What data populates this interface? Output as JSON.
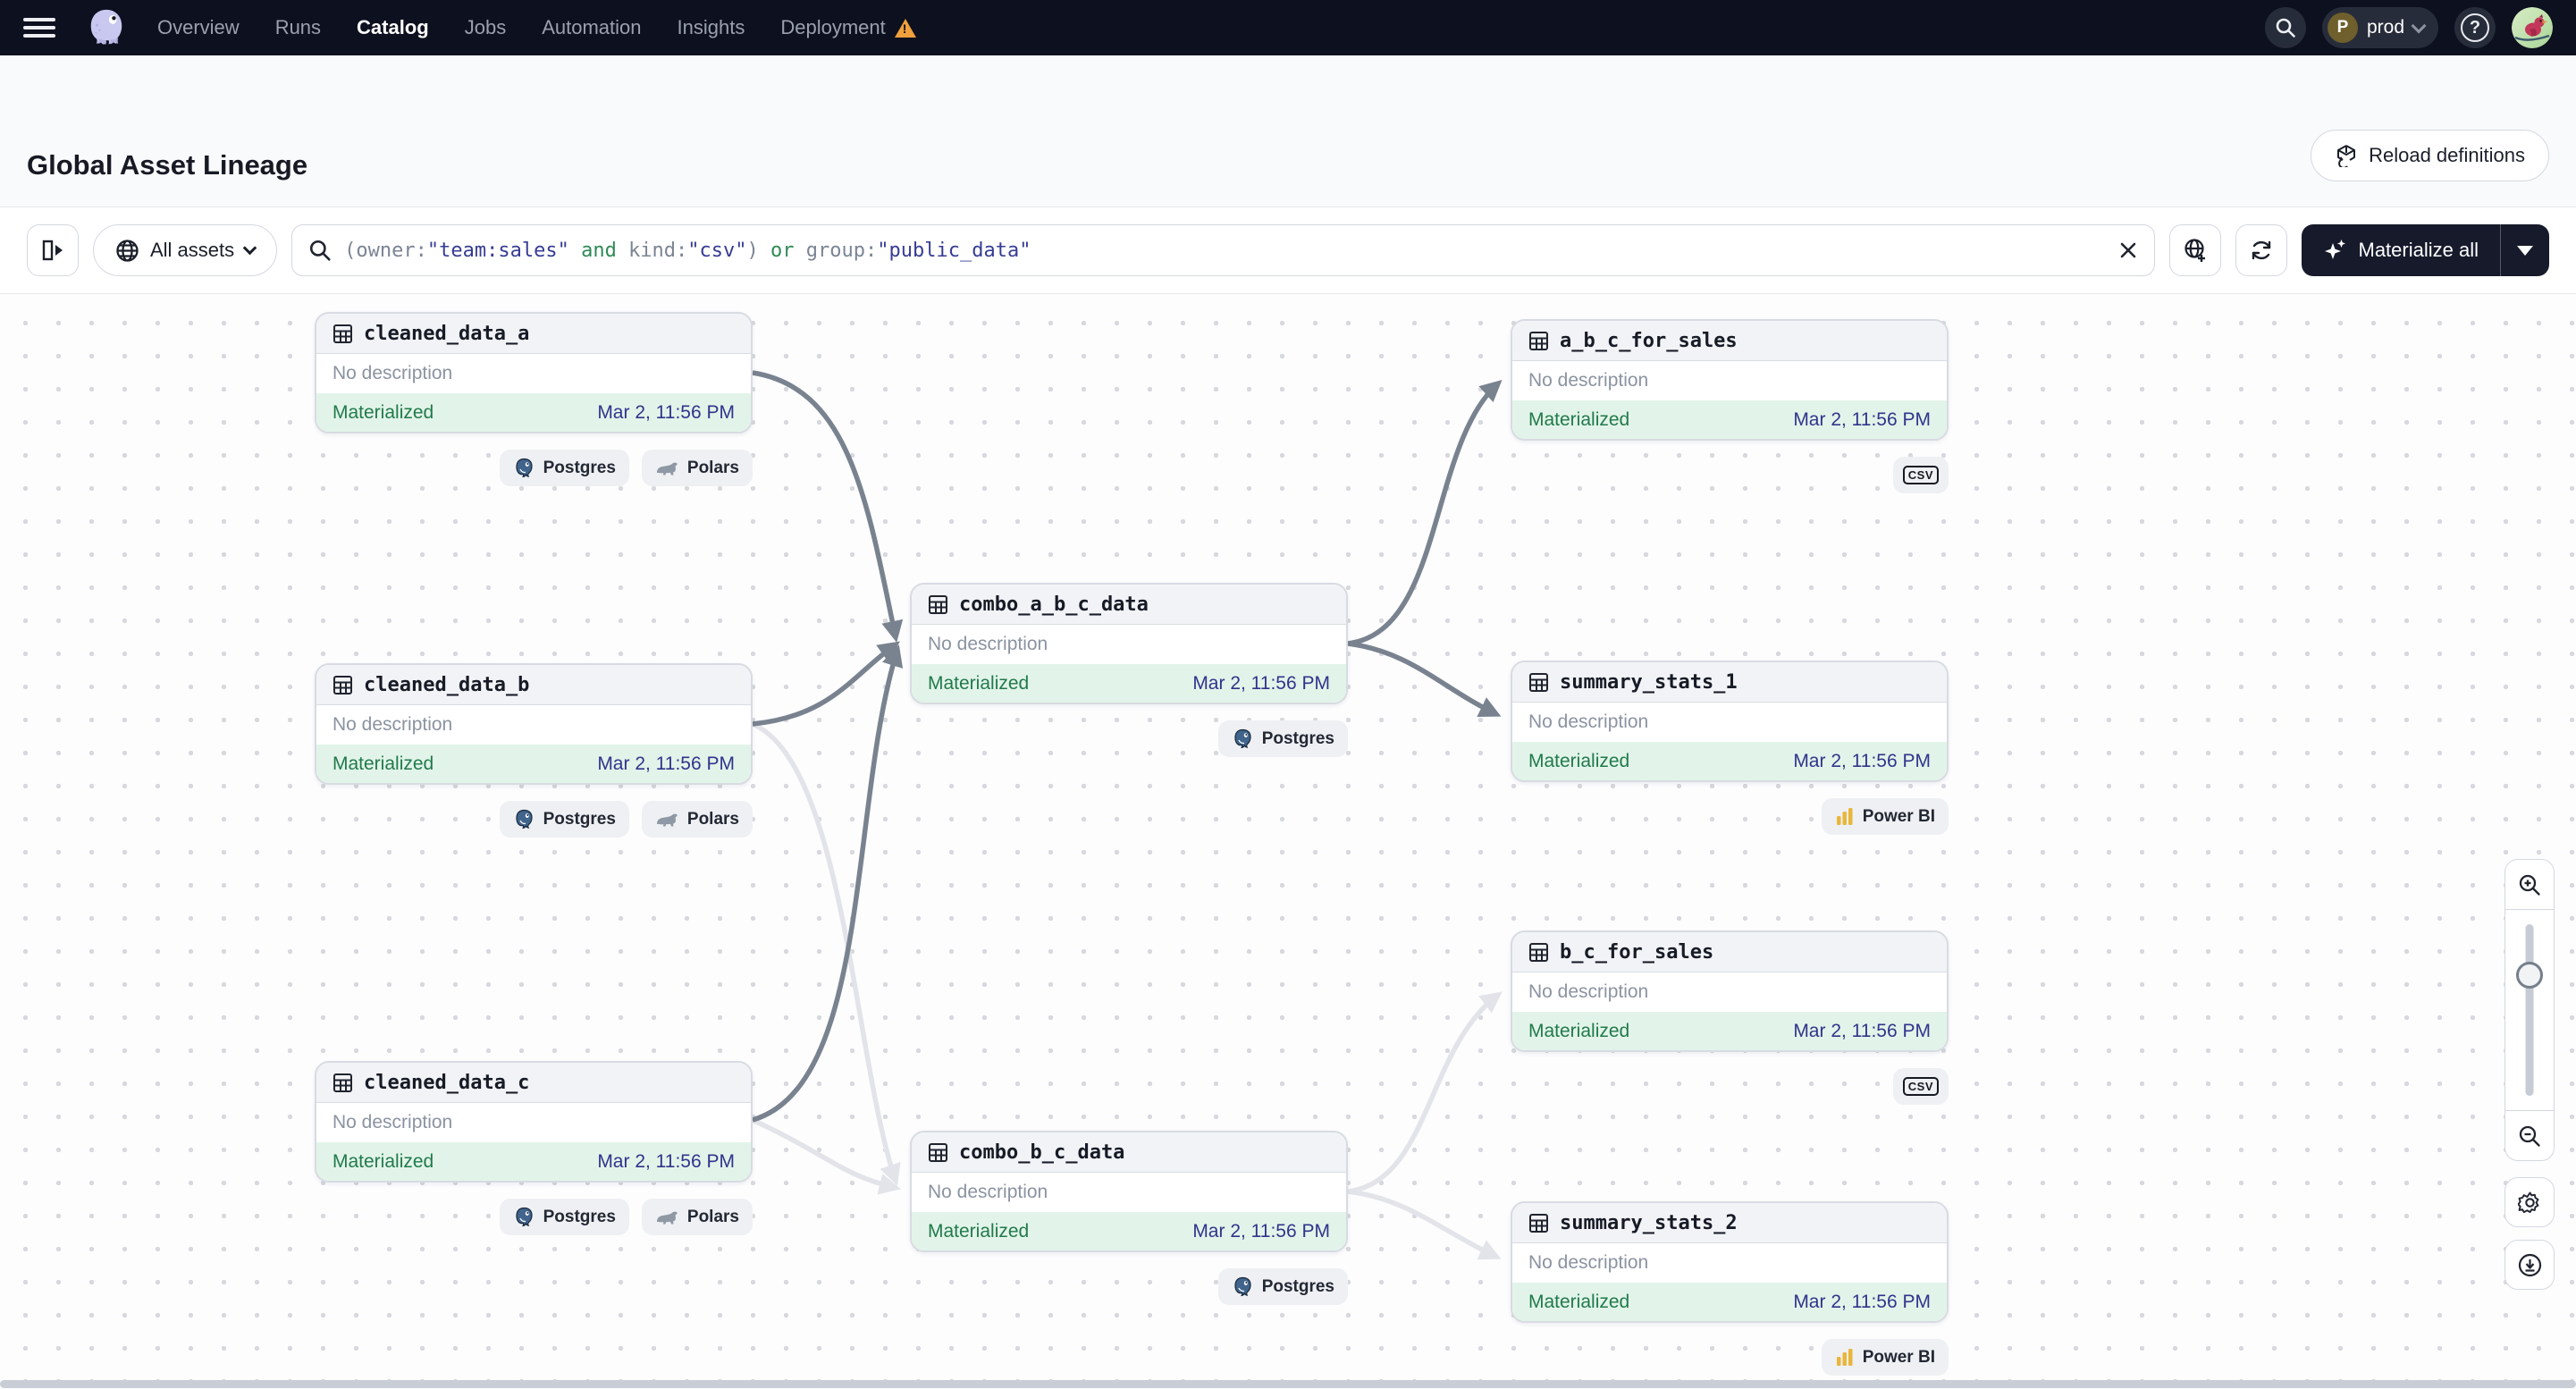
{
  "nav": {
    "items": [
      {
        "label": "Overview"
      },
      {
        "label": "Runs"
      },
      {
        "label": "Catalog"
      },
      {
        "label": "Jobs"
      },
      {
        "label": "Automation"
      },
      {
        "label": "Insights"
      },
      {
        "label": "Deployment"
      }
    ],
    "active_item": "Catalog",
    "deployment_has_warning": true,
    "env": {
      "badge": "P",
      "name": "prod"
    },
    "help_glyph": "?"
  },
  "header": {
    "title": "Global Asset Lineage",
    "reload_label": "Reload definitions"
  },
  "toolbar": {
    "filter_label": "All assets",
    "materialize_label": "Materialize all",
    "query": {
      "seg1": "(owner:",
      "seg2": "\"team:sales\"",
      "seg3": " and ",
      "seg4": "kind:",
      "seg5": "\"csv\"",
      "seg6": ") ",
      "seg7": "or",
      "seg8": " group:",
      "seg9": "\"public_data\""
    }
  },
  "graph": {
    "nodes": [
      {
        "title": "cleaned_data_a",
        "description": "No description",
        "status": "Materialized",
        "timestamp": "Mar 2, 11:56 PM",
        "tags": [
          {
            "kind": "postgres",
            "label": "Postgres"
          },
          {
            "kind": "polars",
            "label": "Polars"
          }
        ]
      },
      {
        "title": "cleaned_data_b",
        "description": "No description",
        "status": "Materialized",
        "timestamp": "Mar 2, 11:56 PM",
        "tags": [
          {
            "kind": "postgres",
            "label": "Postgres"
          },
          {
            "kind": "polars",
            "label": "Polars"
          }
        ]
      },
      {
        "title": "cleaned_data_c",
        "description": "No description",
        "status": "Materialized",
        "timestamp": "Mar 2, 11:56 PM",
        "tags": [
          {
            "kind": "postgres",
            "label": "Postgres"
          },
          {
            "kind": "polars",
            "label": "Polars"
          }
        ]
      },
      {
        "title": "combo_a_b_c_data",
        "description": "No description",
        "status": "Materialized",
        "timestamp": "Mar 2, 11:56 PM",
        "tags": [
          {
            "kind": "postgres",
            "label": "Postgres"
          }
        ]
      },
      {
        "title": "combo_b_c_data",
        "description": "No description",
        "status": "Materialized",
        "timestamp": "Mar 2, 11:56 PM",
        "tags": [
          {
            "kind": "postgres",
            "label": "Postgres"
          }
        ]
      },
      {
        "title": "a_b_c_for_sales",
        "description": "No description",
        "status": "Materialized",
        "timestamp": "Mar 2, 11:56 PM",
        "tags": [
          {
            "kind": "csv",
            "label": "CSV"
          }
        ]
      },
      {
        "title": "summary_stats_1",
        "description": "No description",
        "status": "Materialized",
        "timestamp": "Mar 2, 11:56 PM",
        "tags": [
          {
            "kind": "powerbi",
            "label": "Power BI"
          }
        ]
      },
      {
        "title": "b_c_for_sales",
        "description": "No description",
        "status": "Materialized",
        "timestamp": "Mar 2, 11:56 PM",
        "tags": [
          {
            "kind": "csv",
            "label": "CSV"
          }
        ]
      },
      {
        "title": "summary_stats_2",
        "description": "No description",
        "status": "Materialized",
        "timestamp": "Mar 2, 11:56 PM",
        "tags": [
          {
            "kind": "powerbi",
            "label": "Power BI"
          }
        ]
      }
    ],
    "edges": [
      {
        "from": "cleaned_data_a",
        "to": "combo_a_b_c_data",
        "emphasis": "strong"
      },
      {
        "from": "cleaned_data_b",
        "to": "combo_a_b_c_data",
        "emphasis": "strong"
      },
      {
        "from": "cleaned_data_c",
        "to": "combo_a_b_c_data",
        "emphasis": "strong"
      },
      {
        "from": "combo_a_b_c_data",
        "to": "a_b_c_for_sales",
        "emphasis": "strong"
      },
      {
        "from": "combo_a_b_c_data",
        "to": "summary_stats_1",
        "emphasis": "strong"
      },
      {
        "from": "cleaned_data_b",
        "to": "combo_b_c_data",
        "emphasis": "faded"
      },
      {
        "from": "cleaned_data_c",
        "to": "combo_b_c_data",
        "emphasis": "faded"
      },
      {
        "from": "combo_b_c_data",
        "to": "b_c_for_sales",
        "emphasis": "faded"
      },
      {
        "from": "combo_b_c_data",
        "to": "summary_stats_2",
        "emphasis": "faded"
      }
    ]
  },
  "colors": {
    "nav_bg": "#0d101e",
    "warning": "#f0a03c",
    "materialized_bg": "#e2f4e9",
    "materialized_text": "#217a4b",
    "timestamp_text": "#30348c",
    "query_field": "#7b8494",
    "query_value": "#363c94",
    "query_operator": "#2e8a56",
    "edge_strong": "#79828f",
    "edge_faded": "#e2e4e9",
    "powerbi_yellow": "#e9b63b",
    "postgres_blue": "#41648c"
  }
}
